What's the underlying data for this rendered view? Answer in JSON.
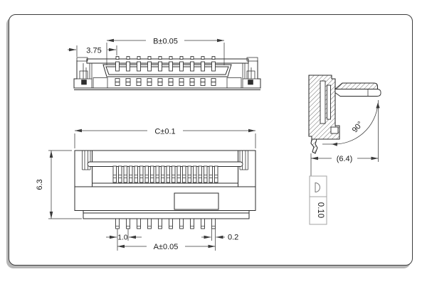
{
  "drawing": {
    "colors": {
      "line": "#2b2b2b",
      "dimension": "#3a3a3a",
      "text": "#1b1b1b",
      "frame_border": "#3c3c3c",
      "frame_shadow": "#b6b6b6",
      "callout_border": "#a3a3a3"
    },
    "views": {
      "top": {
        "pin_count": 10,
        "dims": {
          "b": "B±0.05",
          "edge_to_pin": "3.75"
        }
      },
      "front": {
        "pin_count": 10,
        "tab_pair_count": 10,
        "dims": {
          "c": "C±0.1",
          "height": "6.3",
          "pitch": "1.0",
          "pin_width": "0.2",
          "a": "A±0.05"
        }
      },
      "side": {
        "dims": {
          "depth": "(6.4)",
          "open_angle": "90°"
        }
      }
    },
    "callout": {
      "symbol": "profile-semicircle",
      "value": "0.10"
    }
  }
}
